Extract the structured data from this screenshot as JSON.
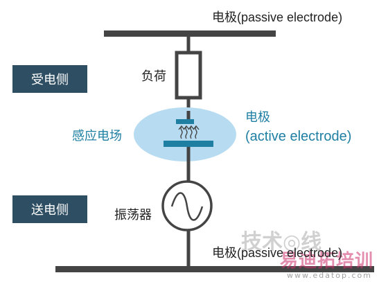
{
  "diagram": {
    "top_electrode": {
      "cn": "电极",
      "en": "(passive electrode)"
    },
    "bottom_electrode": {
      "cn": "电极",
      "en": "(passive electrode)"
    },
    "load": "负荷",
    "field": "感应电场",
    "active_electrode": {
      "cn": "电极",
      "en": "(active electrode)"
    },
    "oscillator": "振荡器",
    "receive_side": "受电侧",
    "send_side": "送电侧",
    "colors": {
      "dark": "#444444",
      "blue": "#1f7fa3",
      "ellipse": "#b7dcf2",
      "label_bg": "#2e4f63"
    }
  },
  "watermark": {
    "title": "技术◎线",
    "brand": "易迪拓培训",
    "url": "www.edatop.com"
  }
}
